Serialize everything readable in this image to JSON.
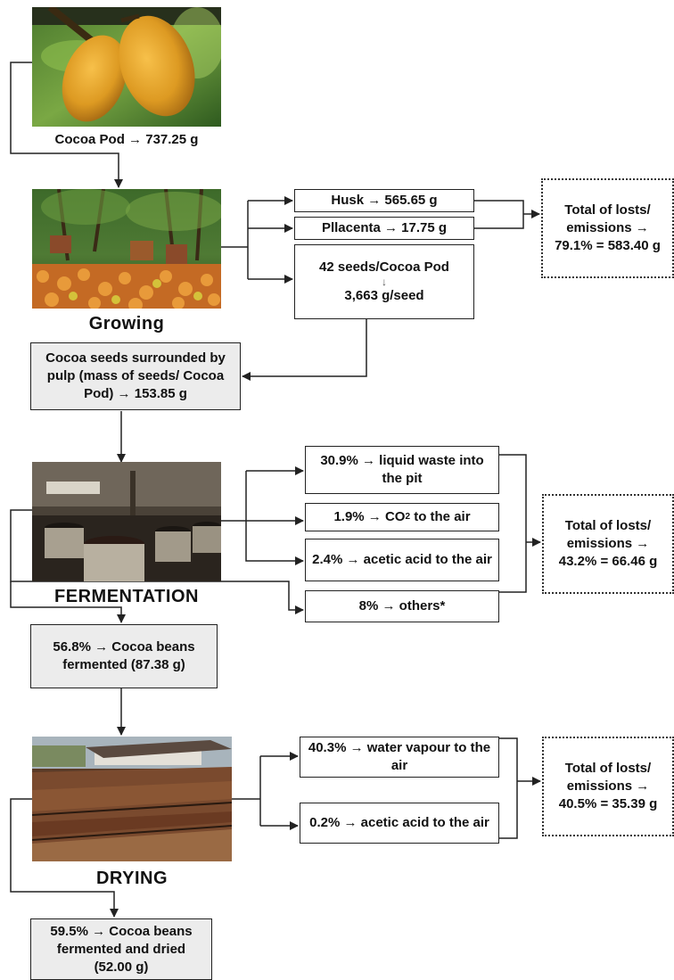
{
  "pod": {
    "photo_icon": "cocoa-pod-photo",
    "caption": "Cocoa Pod → 737.25 g"
  },
  "growing": {
    "photo_icon": "cocoa-plantation-photo",
    "label": "Growing",
    "outputs": {
      "husk": "Husk → 565.65 g",
      "placenta": "Pllacenta → 17.75 g",
      "seeds_line1": "42 seeds/Cocoa Pod",
      "seeds_arrow": "↓",
      "seeds_line2": "3,663 g/seed"
    },
    "total": "Total of losts/ emissions → 79.1% = 583.40 g",
    "result": "Cocoa seeds surrounded by pulp (mass of seeds/ Cocoa Pod) → 153.85 g"
  },
  "fermentation": {
    "photo_icon": "fermentation-barrels-photo",
    "label": "FERMENTATION",
    "outputs": {
      "liquid": "30.9% → liquid waste into the pit",
      "co2_prefix": "1.9% → CO",
      "co2_sub": "2",
      "co2_suffix": " to the air",
      "acetic": "2.4% → acetic acid to the air",
      "others": "8% → others*"
    },
    "total": "Total of losts/ emissions → 43.2% = 66.46 g",
    "result": "56.8% → Cocoa beans fermented (87.38 g)"
  },
  "drying": {
    "photo_icon": "drying-beds-photo",
    "label": "DRYING",
    "outputs": {
      "water": "40.3% → water vapour to the air",
      "acetic": "0.2% → acetic acid to the air"
    },
    "total": "Total of losts/ emissions → 40.5% = 35.39 g",
    "result": "59.5% → Cocoa beans fermented and dried (52.00 g)"
  },
  "colors": {
    "line": "#222222",
    "grey_box": "#ececec"
  }
}
